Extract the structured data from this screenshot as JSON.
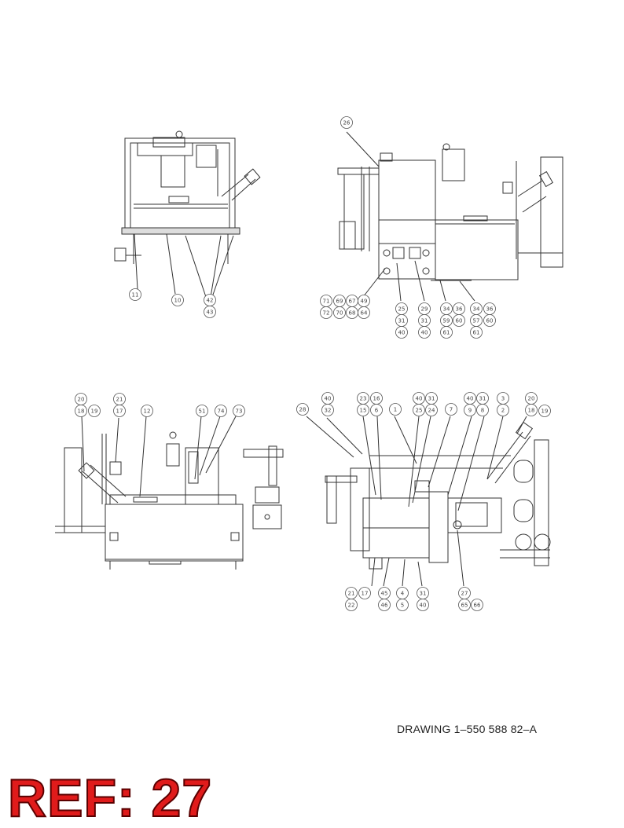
{
  "drawing_number": "DRAWING 1–550 588 82–A",
  "ref_label": "REF: 27",
  "views": [
    {
      "name": "top-left",
      "callouts": [
        [
          "11"
        ],
        [
          "10"
        ],
        [
          "42",
          "43"
        ]
      ]
    },
    {
      "name": "top-right",
      "callouts": [
        [
          "26"
        ],
        [
          "71",
          "72"
        ],
        [
          "69",
          "70"
        ],
        [
          "67",
          "68"
        ],
        [
          "49",
          "64"
        ],
        [
          "25",
          "31",
          "40"
        ],
        [
          "29",
          "31",
          "40"
        ],
        [
          "34",
          "59",
          "61"
        ],
        [
          "36",
          "60"
        ],
        [
          "34",
          "57",
          "61"
        ],
        [
          "36",
          "60"
        ]
      ]
    },
    {
      "name": "bottom-left",
      "callouts": [
        [
          "20",
          "18"
        ],
        [
          "19"
        ],
        [
          "21",
          "17"
        ],
        [
          "12"
        ],
        [
          "51"
        ],
        [
          "74"
        ],
        [
          "73"
        ]
      ]
    },
    {
      "name": "bottom-right",
      "callouts": [
        [
          "28"
        ],
        [
          "40",
          "32"
        ],
        [
          "23",
          "15"
        ],
        [
          "16",
          "6"
        ],
        [
          "1"
        ],
        [
          "40",
          "25"
        ],
        [
          "31",
          "24"
        ],
        [
          "7"
        ],
        [
          "40",
          "9"
        ],
        [
          "31",
          "8"
        ],
        [
          "3",
          "2"
        ],
        [
          "20",
          "18"
        ],
        [
          "19"
        ],
        [
          "21",
          "22"
        ],
        [
          "17"
        ],
        [
          "45",
          "46"
        ],
        [
          "4",
          "5"
        ],
        [
          "31",
          "40"
        ],
        [
          "27",
          "65"
        ],
        [
          "66"
        ]
      ]
    }
  ]
}
